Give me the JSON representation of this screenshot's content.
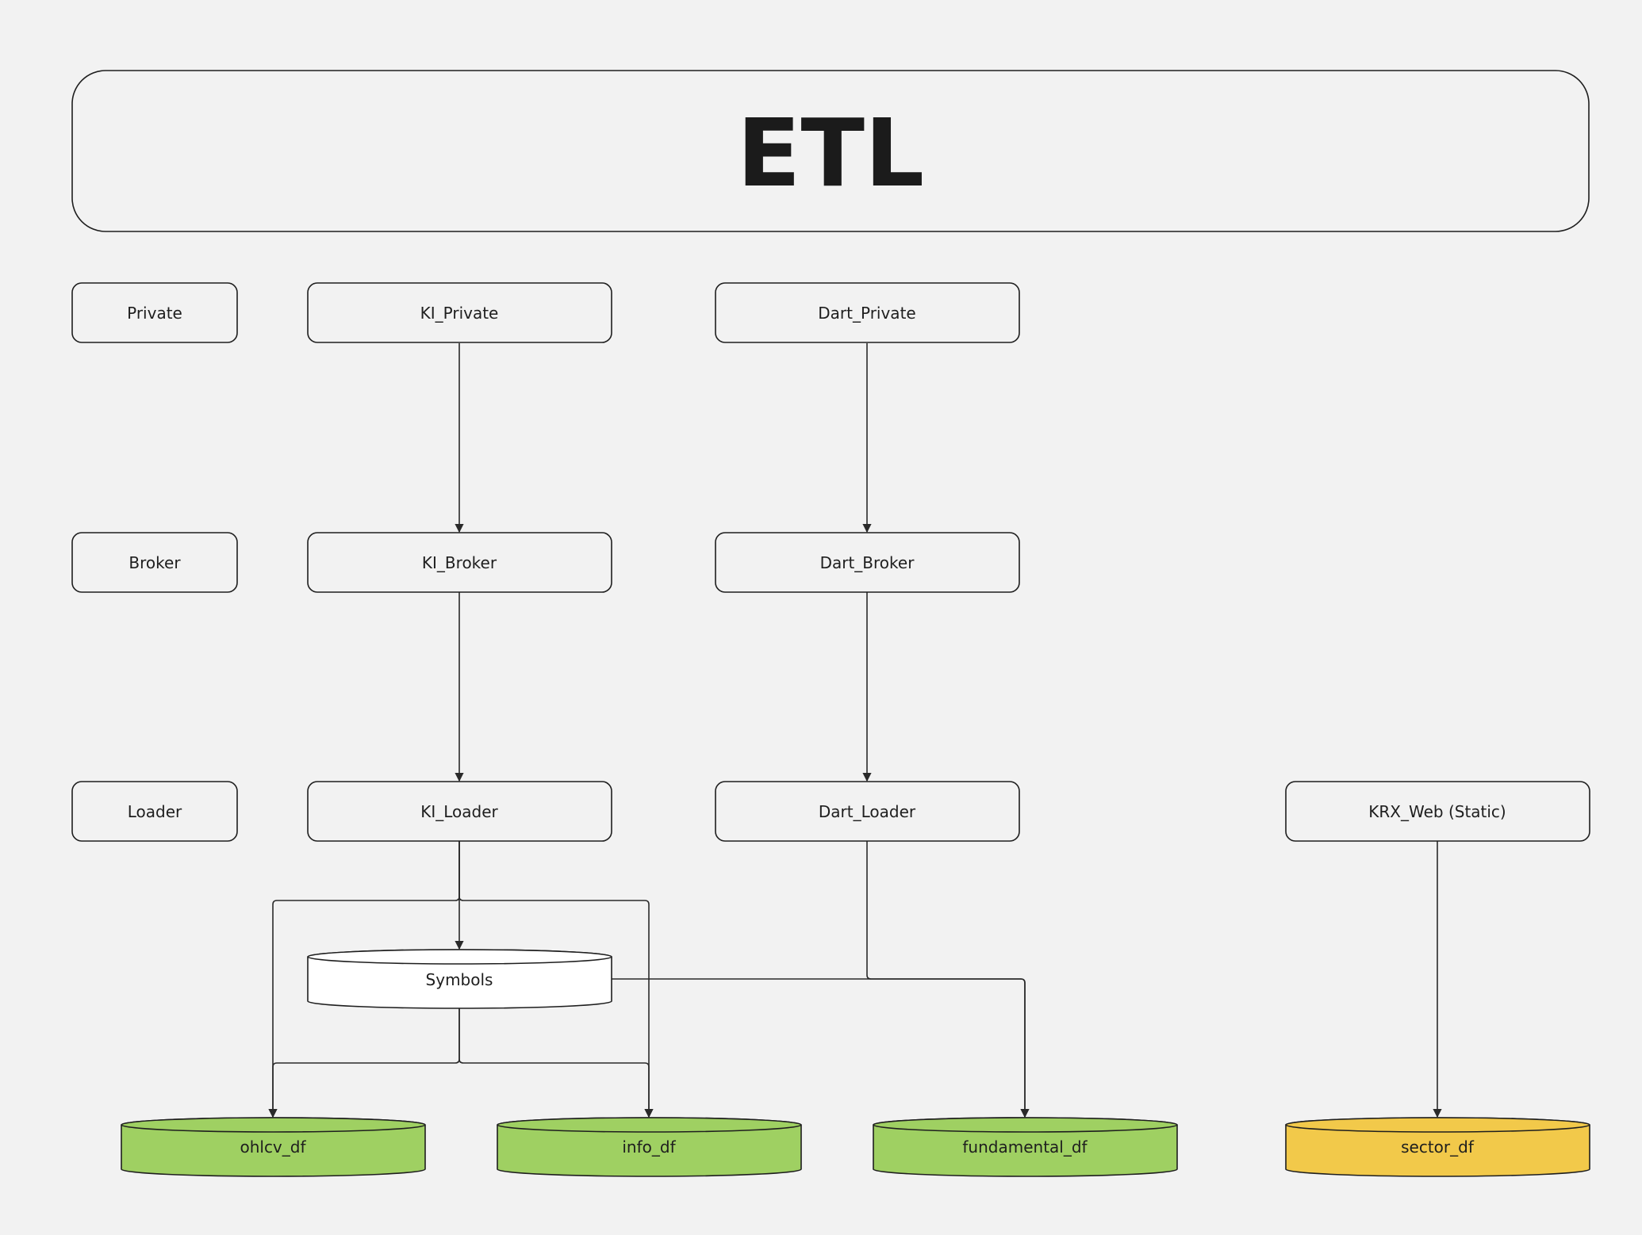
{
  "title": "ETL",
  "rows": {
    "private": "Private",
    "broker": "Broker",
    "loader": "Loader"
  },
  "nodes": {
    "ki_private": "KI_Private",
    "dart_private": "Dart_Private",
    "ki_broker": "KI_Broker",
    "dart_broker": "Dart_Broker",
    "ki_loader": "KI_Loader",
    "dart_loader": "Dart_Loader",
    "krx_web": "KRX_Web (Static)",
    "symbols": "Symbols"
  },
  "outputs": {
    "ohlcv_df": "ohlcv_df",
    "info_df": "info_df",
    "fundamental_df": "fundamental_df",
    "sector_df": "sector_df"
  },
  "colors": {
    "background": "#f2f2f2",
    "output_green": "#9fd062",
    "output_yellow": "#f2c94a",
    "stroke": "#1e1e1e"
  },
  "edges": [
    {
      "from": "KI_Private",
      "to": "KI_Broker"
    },
    {
      "from": "Dart_Private",
      "to": "Dart_Broker"
    },
    {
      "from": "KI_Broker",
      "to": "KI_Loader"
    },
    {
      "from": "Dart_Broker",
      "to": "Dart_Loader"
    },
    {
      "from": "KI_Loader",
      "to": "Symbols"
    },
    {
      "from": "KI_Loader",
      "to": "ohlcv_df"
    },
    {
      "from": "KI_Loader",
      "to": "info_df"
    },
    {
      "from": "Symbols",
      "to": "ohlcv_df"
    },
    {
      "from": "Symbols",
      "to": "info_df"
    },
    {
      "from": "Symbols",
      "to": "fundamental_df"
    },
    {
      "from": "Dart_Loader",
      "to": "fundamental_df"
    },
    {
      "from": "KRX_Web (Static)",
      "to": "sector_df"
    }
  ]
}
